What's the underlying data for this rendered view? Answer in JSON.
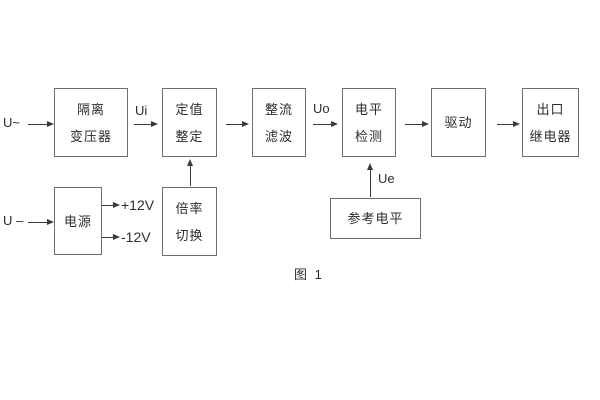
{
  "diagram": {
    "caption": "图 1",
    "labels": {
      "ac_input": "U~",
      "dc_input": "U –",
      "ui": "Ui",
      "uo": "Uo",
      "ue": "Ue",
      "plus12": "+12V",
      "minus12": "-12V"
    },
    "blocks": {
      "isolation_transformer": {
        "line1": "隔离",
        "line2": "变压器"
      },
      "setting_adjust": {
        "line1": "定值",
        "line2": "整定"
      },
      "rectifier_filter": {
        "line1": "整流",
        "line2": "滤波"
      },
      "level_detect": {
        "line1": "电平",
        "line2": "检测"
      },
      "driver": {
        "label": "驱动"
      },
      "output_relay": {
        "line1": "出口",
        "line2": "继电器"
      },
      "power_supply": {
        "label": "电源"
      },
      "ratio_switch": {
        "line1": "倍率",
        "line2": "切换"
      },
      "reference_level": {
        "label": "参考电平"
      }
    },
    "colors": {
      "border": "#6f6f6f",
      "text": "#2d2d2d",
      "line": "#3a3a3a",
      "background": "#ffffff"
    }
  }
}
